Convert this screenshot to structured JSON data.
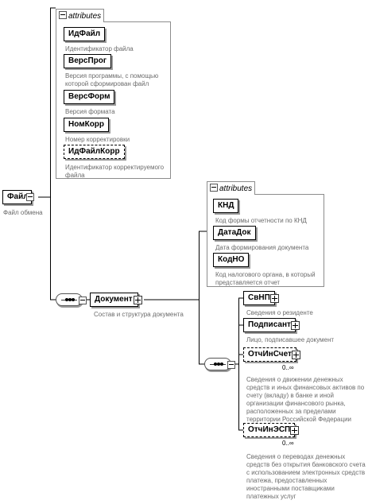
{
  "root": {
    "name": "Файл",
    "description": "Файл обмена"
  },
  "root_attributes": {
    "title": "attributes",
    "items": [
      {
        "name": "ИдФайл",
        "description": "Идентификатор файла"
      },
      {
        "name": "ВерсПрог",
        "description": "Версия программы, с помощью которой сформирован файл"
      },
      {
        "name": "ВерсФорм",
        "description": "Версия формата"
      },
      {
        "name": "НомКорр",
        "description": "Номер корректировки"
      },
      {
        "name": "ИдФайлКорр",
        "description": "Идентификатор корректируемого файла"
      }
    ]
  },
  "document": {
    "name": "Документ",
    "description": "Состав и структура документа"
  },
  "document_attributes": {
    "title": "attributes",
    "items": [
      {
        "name": "КНД",
        "description": "Код формы отчетности по КНД"
      },
      {
        "name": "ДатаДок",
        "description": "Дата формирования документа"
      },
      {
        "name": "КодНО",
        "description": "Код налогового органа, в который представляется отчет"
      }
    ]
  },
  "children": [
    {
      "name": "СвНП",
      "description": "Сведения о резиденте"
    },
    {
      "name": "Подписант",
      "description": "Лицо, подписавшее документ"
    },
    {
      "name": "ОтчИнСчет",
      "cardinality": "0..∞",
      "description": "Сведения о движении денежных средств и иных финансовых активов по счету (вкладу) в банке и иной организации финансового рынка, расположенных за пределами территории Российской Федерации"
    },
    {
      "name": "ОтчИнЭСП",
      "cardinality": "0..∞",
      "description": "Сведения о переводах денежных средств без открытия банковского счета с использованием электронных средств платежа, предоставленных иностранными поставщиками платежных услуг"
    }
  ]
}
